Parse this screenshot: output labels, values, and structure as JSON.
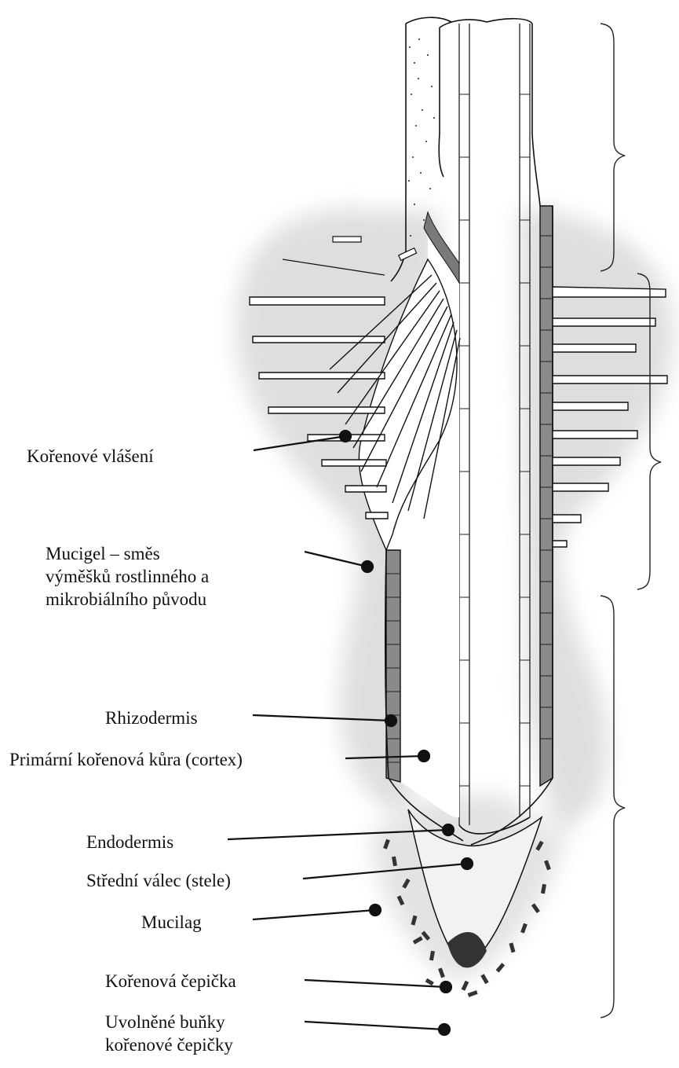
{
  "labels": {
    "root_hairs": "Kořenové vlášení",
    "mucigel": [
      "Mucigel – směs",
      "výměšků rostlinného a",
      "mikrobiálního původu"
    ],
    "rhizodermis": "Rhizodermis",
    "cortex": "Primární kořenová kůra (cortex)",
    "endodermis": "Endodermis",
    "stele": "Střední válec (stele)",
    "mucilage": "Mucilag",
    "root_cap": "Kořenová čepička",
    "sloughed_cells": [
      "Uvolněné buňky",
      "kořenové čepičky"
    ]
  },
  "colors": {
    "ink": "#111111",
    "halo": "#d6d6d6",
    "cortex_band": "#8a8a8a",
    "root_fill": "#ffffff"
  }
}
